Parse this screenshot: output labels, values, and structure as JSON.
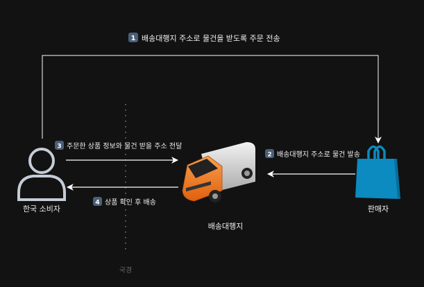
{
  "steps": [
    {
      "num": "1",
      "label": "배송대행지 주소로 물건을 받도록 주문 전송"
    },
    {
      "num": "2",
      "label": "배송대행지 주소로 물건 발송"
    },
    {
      "num": "3",
      "label": "주문한 상품 정보와 물건 받을 주소 전달"
    },
    {
      "num": "4",
      "label": "상품 확인 후 배송"
    }
  ],
  "nodes": {
    "consumer": "한국 소비자",
    "forwarder": "배송대행지",
    "seller": "판매자"
  },
  "border_label": "국경",
  "colors": {
    "background": "#121212",
    "line": "#ffffff",
    "badge": "#4a5f78",
    "bag": "#0b8bbf",
    "truck": "#f07a1e"
  }
}
